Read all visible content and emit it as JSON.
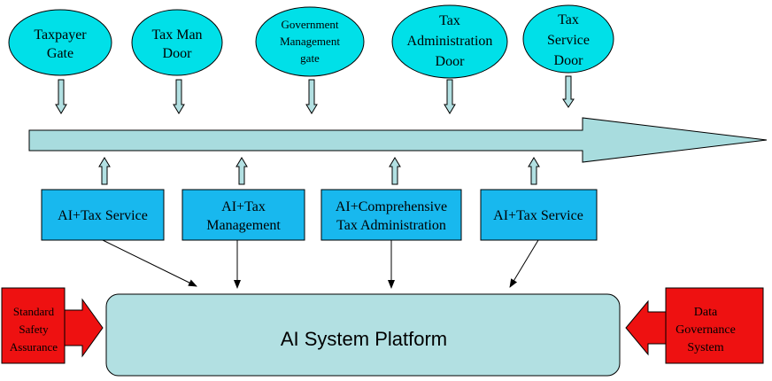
{
  "colors": {
    "gate_fill": "#00e0e8",
    "band_fill": "#a8dcde",
    "box_fill": "#18b8ee",
    "platform_fill": "#b2e0e2",
    "red": "#ee1111",
    "stroke": "#000000"
  },
  "gates": [
    {
      "line1": "Taxpayer",
      "line2": "Gate",
      "line3": ""
    },
    {
      "line1": "Tax Man",
      "line2": "Door",
      "line3": ""
    },
    {
      "line1": "Government",
      "line2": "Management",
      "line3": "gate"
    },
    {
      "line1": "Tax",
      "line2": "Administration",
      "line3": "Door"
    },
    {
      "line1": "Tax",
      "line2": "Service",
      "line3": "Door"
    }
  ],
  "services": [
    {
      "line1": "AI+Tax Service",
      "line2": ""
    },
    {
      "line1": "AI+Tax",
      "line2": "Management"
    },
    {
      "line1": "AI+Comprehensive",
      "line2": "Tax Administration"
    },
    {
      "line1": "AI+Tax Service",
      "line2": ""
    }
  ],
  "platform": {
    "label": "AI System Platform"
  },
  "left_support": {
    "line1": "Standard",
    "line2": "Safety",
    "line3": "Assurance"
  },
  "right_support": {
    "line1": "Data",
    "line2": "Governance",
    "line3": "System"
  }
}
